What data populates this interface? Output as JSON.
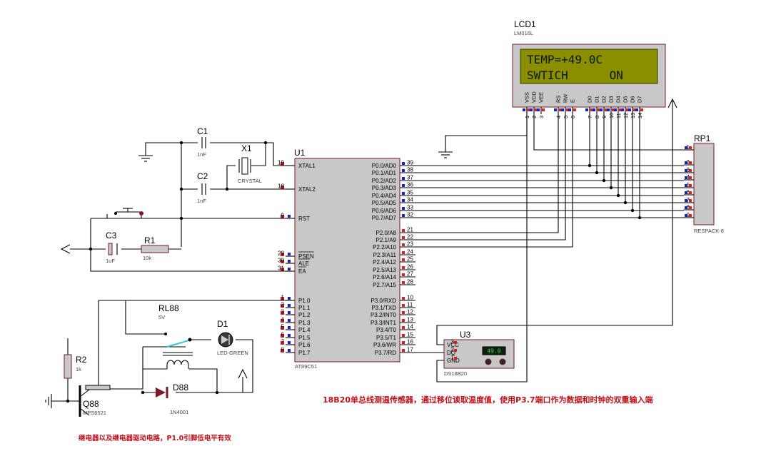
{
  "lcd": {
    "ref": "LCD1",
    "model": "LM016L",
    "line1": "TEMP=+49.0C",
    "line2": "SWTICH      ON",
    "pins": [
      "VSS",
      "VDD",
      "VEE",
      "RS",
      "RW",
      "E",
      "D0",
      "D1",
      "D2",
      "D3",
      "D4",
      "D5",
      "D6",
      "D7"
    ],
    "pin_numbers": [
      "1",
      "2",
      "3",
      "4",
      "5",
      "6",
      "7",
      "8",
      "9",
      "10",
      "11",
      "12",
      "13",
      "14"
    ],
    "screen_color": "#8a8f00",
    "frame_color": "#c8c8c8"
  },
  "mcu": {
    "ref": "U1",
    "model": "AT89C51",
    "left_pins": [
      {
        "num": "19",
        "name": "XTAL1"
      },
      {
        "num": "18",
        "name": "XTAL2"
      },
      {
        "num": "9",
        "name": "RST"
      },
      {
        "num": "29",
        "name": "PSEN"
      },
      {
        "num": "30",
        "name": "ALE"
      },
      {
        "num": "31",
        "name": "EA"
      },
      {
        "num": "1",
        "name": "P1.0"
      },
      {
        "num": "2",
        "name": "P1.1"
      },
      {
        "num": "3",
        "name": "P1.2"
      },
      {
        "num": "4",
        "name": "P1.3"
      },
      {
        "num": "5",
        "name": "P1.4"
      },
      {
        "num": "6",
        "name": "P1.5"
      },
      {
        "num": "7",
        "name": "P1.6"
      },
      {
        "num": "8",
        "name": "P1.7"
      }
    ],
    "right_pins": [
      {
        "num": "39",
        "name": "P0.0/AD0"
      },
      {
        "num": "38",
        "name": "P0.1/AD1"
      },
      {
        "num": "37",
        "name": "P0.2/AD2"
      },
      {
        "num": "36",
        "name": "P0.3/AD3"
      },
      {
        "num": "35",
        "name": "P0.4/AD4"
      },
      {
        "num": "34",
        "name": "P0.5/AD5"
      },
      {
        "num": "33",
        "name": "P0.6/AD6"
      },
      {
        "num": "32",
        "name": "P0.7/AD7"
      },
      {
        "num": "21",
        "name": "P2.0/A8"
      },
      {
        "num": "22",
        "name": "P2.1/A9"
      },
      {
        "num": "23",
        "name": "P2.2/A10"
      },
      {
        "num": "24",
        "name": "P2.3/A11"
      },
      {
        "num": "25",
        "name": "P2.4/A12"
      },
      {
        "num": "26",
        "name": "P2.5/A13"
      },
      {
        "num": "27",
        "name": "P2.6/A14"
      },
      {
        "num": "28",
        "name": "P2.7/A15"
      },
      {
        "num": "10",
        "name": "P3.0/RXD"
      },
      {
        "num": "11",
        "name": "P3.1/TXD"
      },
      {
        "num": "12",
        "name": "P3.2/INT0"
      },
      {
        "num": "13",
        "name": "P3.3/INT1"
      },
      {
        "num": "14",
        "name": "P3.4/T0"
      },
      {
        "num": "15",
        "name": "P3.5/T1"
      },
      {
        "num": "16",
        "name": "P3.6/WR"
      },
      {
        "num": "17",
        "name": "P3.7/RD"
      }
    ],
    "body_color": "#c8c8c8",
    "border_color": "#7a1a22"
  },
  "rp1": {
    "ref": "RP1",
    "model": "RESPACK-8",
    "pins": [
      "1",
      "2",
      "3",
      "4",
      "5",
      "6",
      "7",
      "8",
      "9"
    ]
  },
  "c1": {
    "ref": "C1",
    "value": "1nF"
  },
  "c2": {
    "ref": "C2",
    "value": "1nF"
  },
  "c3": {
    "ref": "C3",
    "value": "1uF"
  },
  "x1": {
    "ref": "X1",
    "value": "CRYSTAL"
  },
  "r1": {
    "ref": "R1",
    "value": "10k"
  },
  "r2": {
    "ref": "R2",
    "value": "1k"
  },
  "rl88": {
    "ref": "RL88",
    "value": "5V"
  },
  "d1": {
    "ref": "D1",
    "value": "LED-GREEN"
  },
  "d88": {
    "ref": "D88",
    "value": "1N4001"
  },
  "q88": {
    "ref": "Q88",
    "value": "MPS6521"
  },
  "u3": {
    "ref": "U3",
    "model": "DS18B20",
    "pins": [
      {
        "num": "3",
        "name": "VCC"
      },
      {
        "num": "2",
        "name": "DQ"
      },
      {
        "num": "1",
        "name": "GND"
      }
    ],
    "display": "49.0"
  },
  "notes": {
    "sensor": "18B20单总线测温传感器，通过移位读取温度值，使用P3.7端口作为数据和时钟的双重输入端",
    "relay": "继电器以及继电器驱动电路，P1.0引脚低电平有效"
  },
  "colors": {
    "wire": "#000000",
    "pin_marker_red": "#d42020",
    "pin_marker_blue": "#1520c8",
    "note_text": "#c0101a"
  }
}
